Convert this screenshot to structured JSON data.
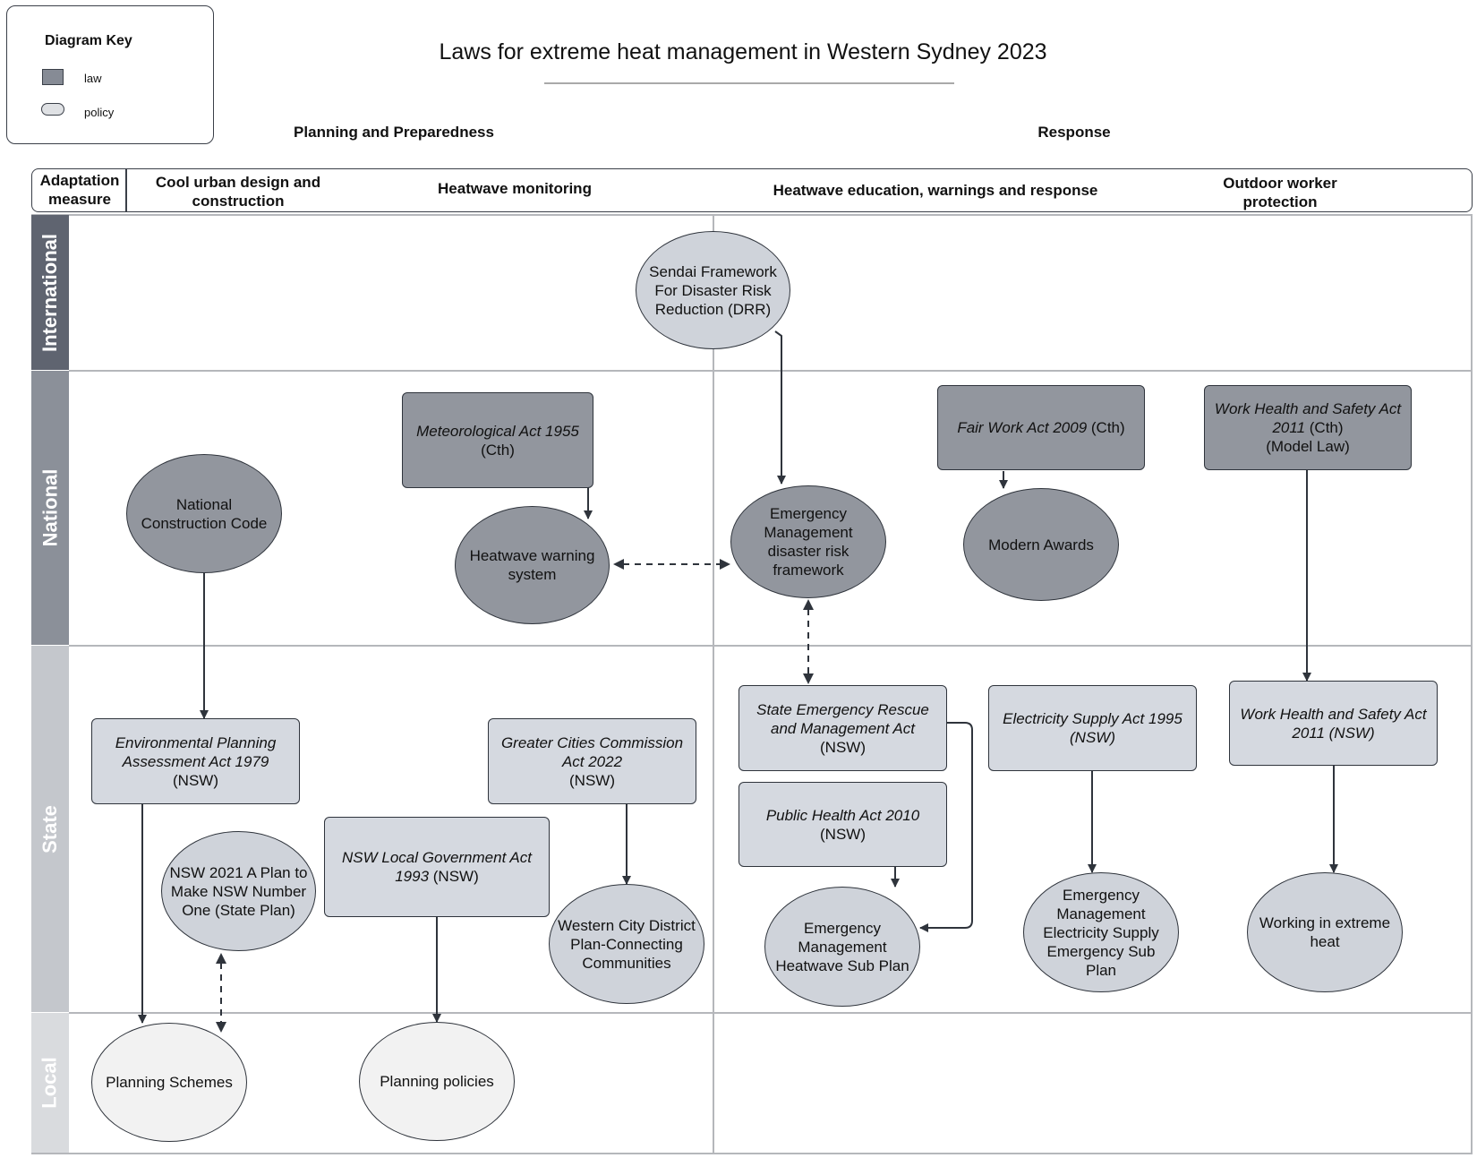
{
  "title": "Laws for extreme heat management in Western Sydney 2023",
  "key": {
    "title": "Diagram Key",
    "law_label": "law",
    "policy_label": "policy"
  },
  "phases": {
    "planning": "Planning and Preparedness",
    "response": "Response"
  },
  "headers": {
    "adaptation": "Adaptation measure",
    "cool_urban": "Cool urban design and construction",
    "heatwave_monitoring": "Heatwave monitoring",
    "education": "Heatwave education, warnings and response",
    "outdoor": "Outdoor worker protection"
  },
  "lanes": {
    "international": "International",
    "national": "National",
    "state": "State",
    "local": "Local"
  },
  "colors": {
    "law_dark": "#92969e",
    "law_light": "#d5d9e0",
    "policy_light": "#cfd3da",
    "policy_local": "#f2f2f2",
    "lane_dark": "#5f6470",
    "lane_mid": "#8b9099",
    "lane_light": "#c4c7cc",
    "lane_lightest": "#d9dbde"
  },
  "nodes": {
    "sendai": "Sendai Framework For Disaster Risk Reduction (DRR)",
    "met_act_i": "Meteorological Act 1955",
    "met_act_r": " (Cth)",
    "fair_work_i": "Fair Work Act 2009",
    "fair_work_r": " (Cth)",
    "whs_cth_i": "Work Health and Safety Act 2011",
    "whs_cth_r1": " (Cth)",
    "whs_cth_r2": "(Model Law)",
    "ncc": "National Construction Code",
    "hw_warning": "Heatwave warning system",
    "em_framework": "Emergency Management disaster risk framework",
    "modern_awards": "Modern Awards",
    "epa_i": "Environmental Planning Assessment Act 1979",
    "epa_r": "(NSW)",
    "gcc_i": "Greater Cities Commission Act 2022",
    "gcc_r": "(NSW)",
    "serm_i": "State Emergency Rescue and Management Act",
    "serm_r": " (NSW)",
    "esa_i1": "Electricity Supply Act 1995",
    "esa_i2": "(NSW)",
    "whs_nsw_i": "Work Health and Safety Act 2011 (NSW)",
    "pha_i": "Public Health Act 2010",
    "pha_r": "(NSW)",
    "nsw2021": "NSW 2021 A Plan to Make NSW Number One (State Plan)",
    "nsw_lga_i": "NSW Local Government Act  1993",
    "nsw_lga_r": " (NSW)",
    "wcdp": "Western City District Plan-Connecting Communities",
    "em_heatwave": "Emergency Management Heatwave Sub Plan",
    "em_electricity": "Emergency Management Electricity Supply Emergency Sub Plan",
    "working_heat": "Working in extreme heat",
    "planning_schemes": "Planning Schemes",
    "planning_policies": "Planning policies"
  }
}
